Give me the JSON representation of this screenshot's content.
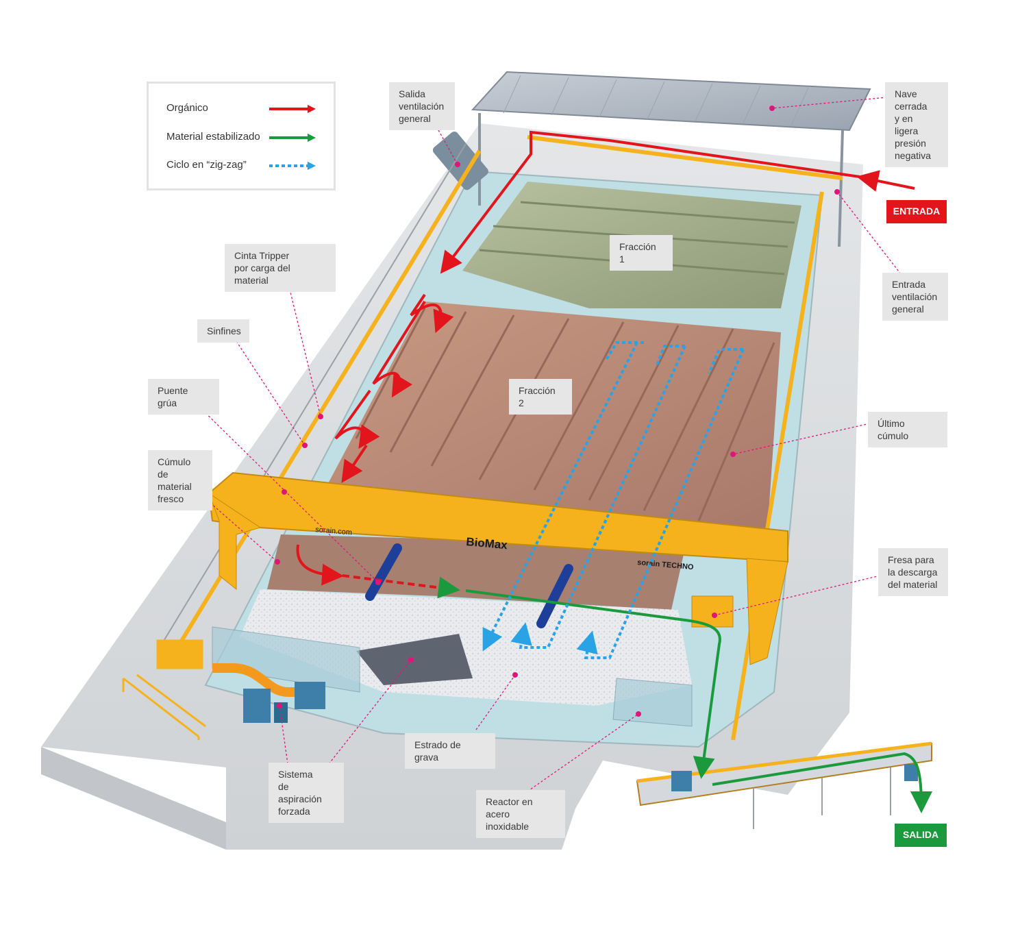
{
  "legend": {
    "organic": "Orgánico",
    "stabilized": "Material estabilizado",
    "zigzag": "Ciclo en “zig-zag”"
  },
  "colors": {
    "organic": "#e3151c",
    "stabilized": "#1a9a3c",
    "zigzag": "#2aa2e6",
    "crane": "#f5b21c",
    "leader": "#e0157a"
  },
  "callouts": {
    "salida_ventilacion": "Salida\nventilación\ngeneral",
    "nave": "Nave\ncerrada\ny en ligera\npresión\nnegativa",
    "entrada_ventilacion": "Entrada\nventilación\ngeneral",
    "cinta_tripper": "Cinta Tripper\npor carga del material",
    "sinfines": "Sinfines",
    "puente_grua": "Puente grúa",
    "cumulo_fresco": "Cúmulo\nde material\nfresco",
    "fraccion1": "Fracción 1",
    "fraccion2": "Fracción 2",
    "ultimo_cumulo": "Último cúmulo",
    "fresa": "Fresa para\nla descarga\ndel material",
    "estrado": "Estrado de grava",
    "sistema_aspiracion": "Sistema\nde aspiración\nforzada",
    "reactor": "Reactor en acero\ninoxidable"
  },
  "badges": {
    "entrada": "ENTRADA",
    "salida": "SALIDA"
  },
  "crane_labels": {
    "brand": "BioMax",
    "site": "sorain.com",
    "maker": "sorain TECHNO"
  }
}
